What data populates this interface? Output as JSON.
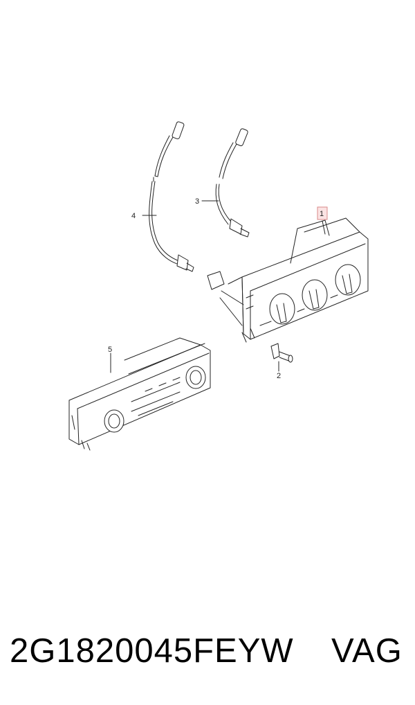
{
  "callouts": {
    "c1": "1",
    "c2": "2",
    "c3": "3",
    "c4": "4",
    "c5": "5"
  },
  "caption": {
    "part_number": "2G1820045FEYW",
    "brand": "VAG"
  },
  "colors": {
    "line": "#222222",
    "highlight_border": "#d98a8a",
    "highlight_fill": "#fbe3e3"
  }
}
